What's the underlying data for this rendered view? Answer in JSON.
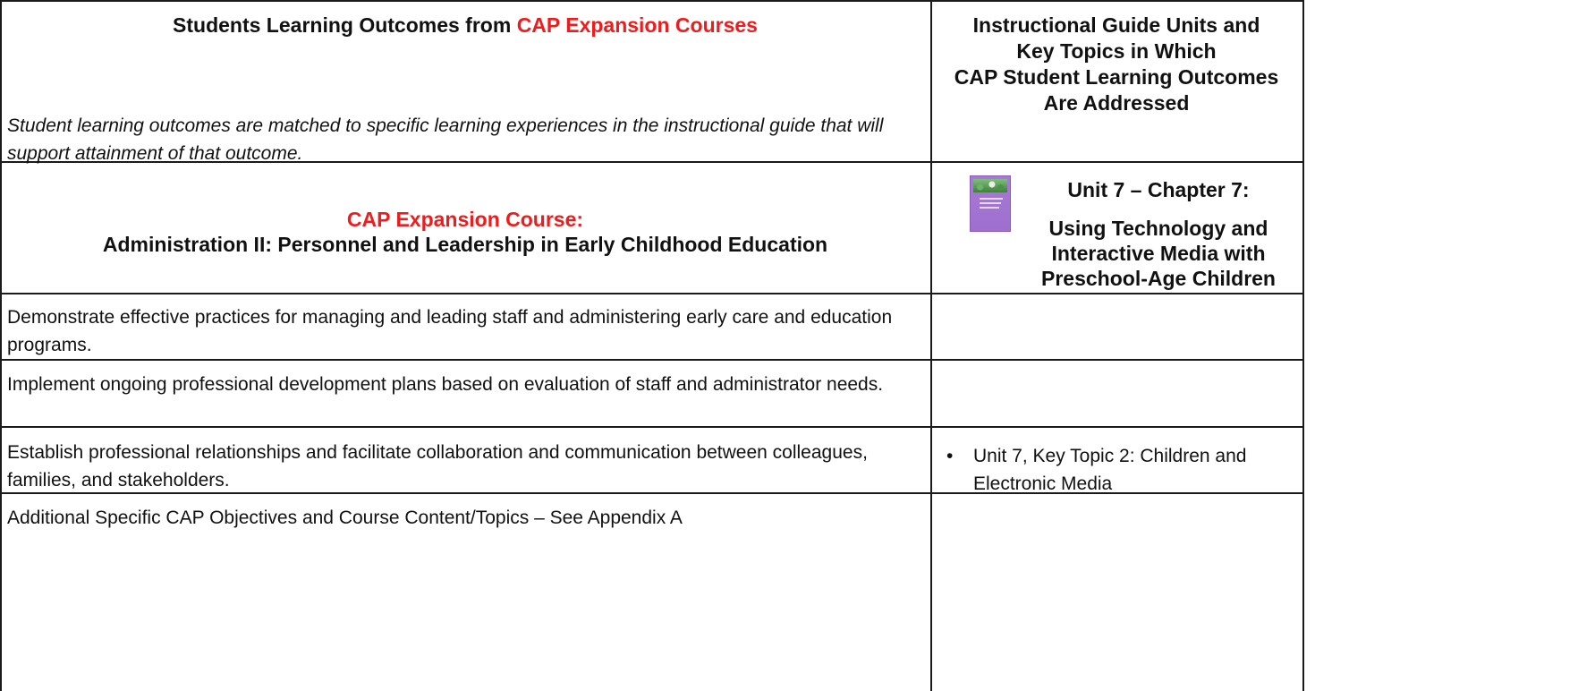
{
  "header": {
    "title_prefix": "Students Learning Outcomes from ",
    "title_highlight": "CAP Expansion Courses",
    "description": "Student learning outcomes are matched to specific learning experiences in the instructional guide that will support attainment of that outcome.",
    "right_heading_lines": [
      "Instructional Guide Units and",
      "Key Topics in Which",
      "CAP Student Learning Outcomes",
      "Are Addressed"
    ]
  },
  "course": {
    "label": "CAP Expansion Course:",
    "name": "Administration II: Personnel and Leadership in Early Childhood Education"
  },
  "unit": {
    "heading": "Unit 7 – Chapter 7:",
    "title_lines": [
      "Using Technology and",
      "Interactive Media with",
      "Preschool-Age Children"
    ]
  },
  "colors": {
    "accent": "#ee1c1c",
    "border": "#1a1a1a",
    "book_cover": "#a77ad3"
  },
  "outcomes": [
    {
      "text": "Demonstrate effective practices for managing and leading staff and administering early care and education programs.",
      "topics": []
    },
    {
      "text": "Implement ongoing professional development plans based on evaluation of staff and administrator needs.",
      "topics": []
    },
    {
      "text": "Establish professional relationships and facilitate collaboration and communication between colleagues, families, and stakeholders.",
      "topics": [
        "Unit 7, Key Topic 2: Children and Electronic Media"
      ]
    },
    {
      "text": "Additional Specific CAP Objectives and Course Content/Topics – See Appendix A",
      "topics": []
    }
  ],
  "bullet_glyph": "•"
}
